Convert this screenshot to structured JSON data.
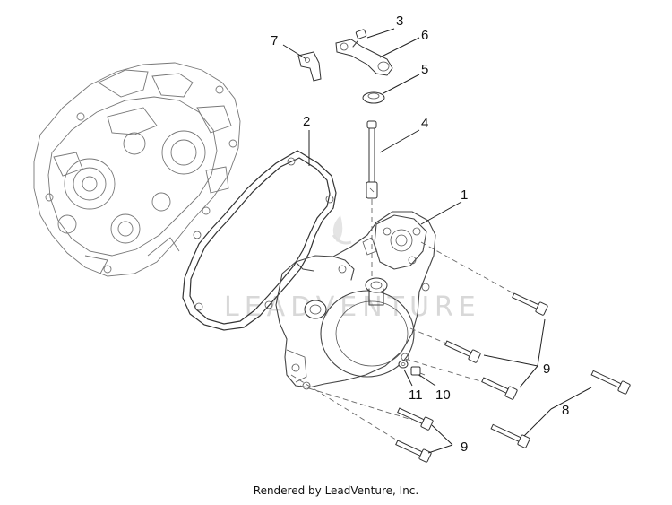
{
  "callouts": {
    "c1": "1",
    "c2": "2",
    "c3": "3",
    "c4": "4",
    "c5": "5",
    "c6": "6",
    "c7": "7",
    "c8": "8",
    "c9a": "9",
    "c9b": "9",
    "c10": "10",
    "c11": "11"
  },
  "watermark": "LEADVENTURE",
  "footer": "Rendered by LeadVenture, Inc."
}
